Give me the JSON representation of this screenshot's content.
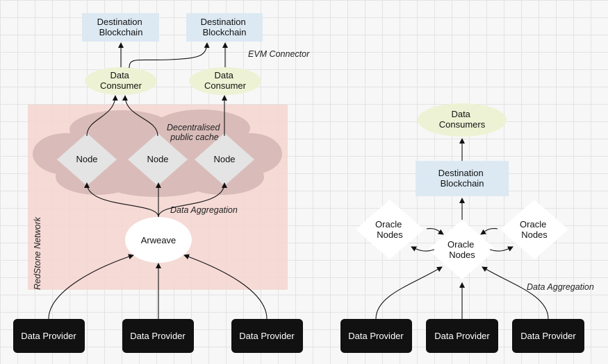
{
  "left": {
    "destinations": [
      "Destination\nBlockchain",
      "Destination\nBlockchain"
    ],
    "connector_label": "EVM Connector",
    "consumers": [
      "Data\nConsumer",
      "Data\nConsumer"
    ],
    "network_label": "RedStone Network",
    "cache_label": "Decentralised\npublic cache",
    "nodes": [
      "Node",
      "Node",
      "Node"
    ],
    "aggregation_label": "Data Aggregation",
    "storage": "Arweave",
    "providers": [
      "Data Provider",
      "Data Provider",
      "Data Provider"
    ]
  },
  "right": {
    "consumers": "Data\nConsumers",
    "destination": "Destination\nBlockchain",
    "oracle_nodes": [
      "Oracle\nNodes",
      "Oracle\nNodes",
      "Oracle\nNodes"
    ],
    "aggregation_label": "Data Aggregation",
    "providers": [
      "Data Provider",
      "Data Provider",
      "Data Provider"
    ]
  },
  "colors": {
    "network_bg": "#f5d5d0",
    "cloud": "#d6b9b6",
    "node_fill": "#e4e4e4",
    "consumer_fill": "#eef2d4",
    "blockchain_fill": "#dce9f3",
    "provider_fill": "#111111"
  }
}
